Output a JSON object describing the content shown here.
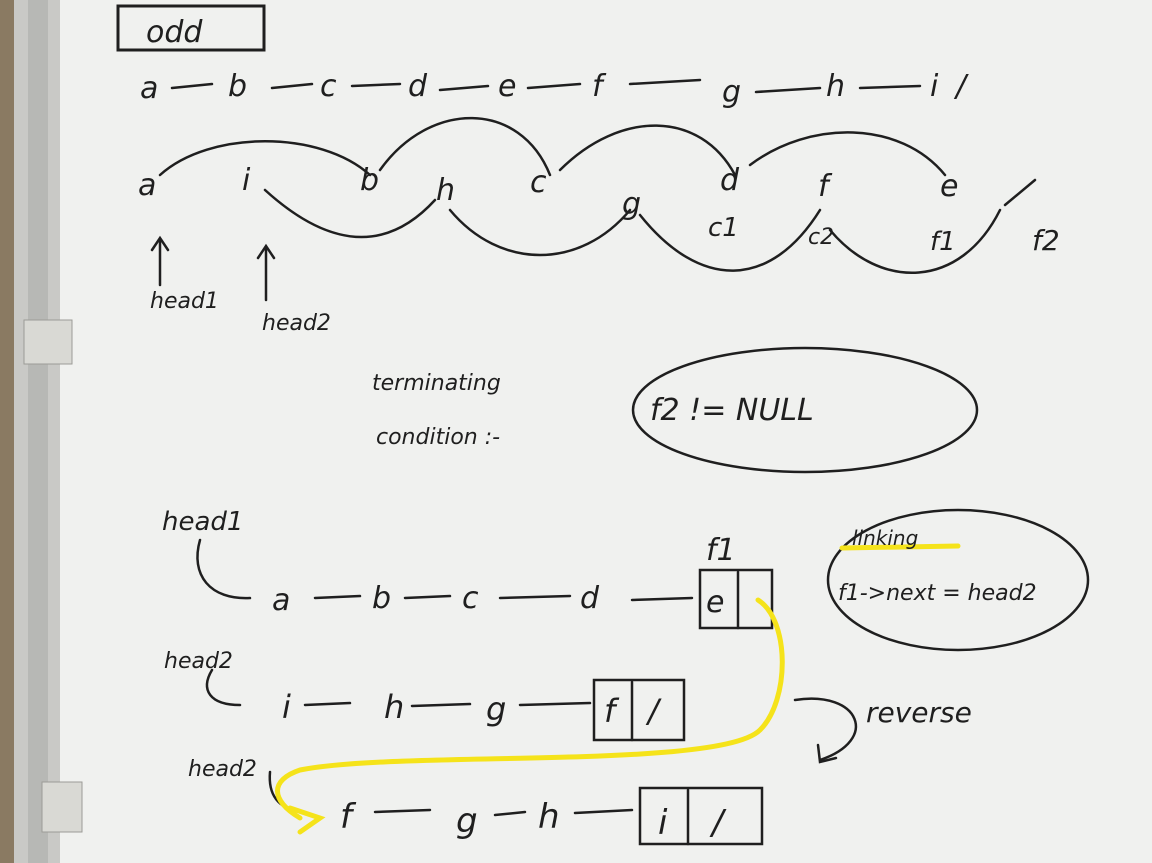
{
  "board": {
    "title": "odd",
    "list_top": [
      "a",
      "b",
      "c",
      "d",
      "e",
      "f",
      "g",
      "h",
      "i"
    ],
    "terminator": "/",
    "weave_nodes": [
      "a",
      "i",
      "b",
      "h",
      "c",
      "g",
      "d",
      "f",
      "e"
    ],
    "c1_label": "c1",
    "c2_label": "c2",
    "f1_label": "f1",
    "f2_label": "f2",
    "head1_label": "head1",
    "head2_label": "head2",
    "terminating_line1": "terminating",
    "terminating_line2": "condition :-",
    "condition": "f2 != NULL",
    "linking_title": "linking",
    "linking_code": "f1->next = head2",
    "reverse_label": "reverse",
    "row1_nodes": [
      "a",
      "b",
      "c",
      "d"
    ],
    "row1_box": "e",
    "row2_nodes": [
      "i",
      "h",
      "g"
    ],
    "row2_box": "f",
    "row3_nodes": [
      "f",
      "g",
      "h"
    ],
    "row3_box": "i",
    "slash": "/"
  },
  "colors": {
    "ink": "#1f1f1f",
    "highlight": "#f5e31a",
    "board": "#f0f1ef",
    "frame": "#c9c9c6"
  }
}
